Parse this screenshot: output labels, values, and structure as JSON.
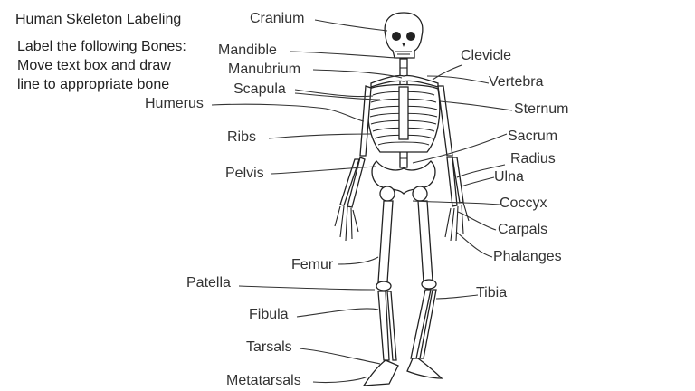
{
  "title": "Human Skeleton Labeling",
  "instructions": [
    "Label the following Bones:",
    "Move text box and draw",
    "line to appropriate bone"
  ],
  "labels": {
    "cranium": "Cranium",
    "mandible": "Mandible",
    "manubrium": "Manubrium",
    "scapula": "Scapula",
    "humerus": "Humerus",
    "ribs": "Ribs",
    "pelvis": "Pelvis",
    "femur": "Femur",
    "patella": "Patella",
    "fibula": "Fibula",
    "tarsals": "Tarsals",
    "metatarsals": "Metatarsals",
    "clavicle": "Clevicle",
    "vertebra": "Vertebra",
    "sternum": "Sternum",
    "sacrum": "Sacrum",
    "radius": "Radius",
    "ulna": "Ulna",
    "coccyx": "Coccyx",
    "carpals": "Carpals",
    "phalanges": "Phalanges",
    "tibia": "Tibia"
  }
}
